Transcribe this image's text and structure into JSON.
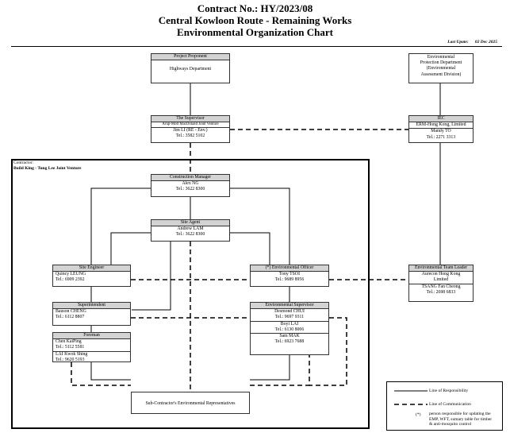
{
  "header": {
    "line1": "Contract No.: HY/2023/08",
    "line2": "Central Kowloon Route - Remaining Works",
    "line3": "Environmental Organization Chart",
    "last_update_label": "Last Upate:",
    "last_update_date": "02 Dec 2025"
  },
  "boxes": {
    "project_proponent": {
      "header": "Project Proponent",
      "lines": [
        "Highways Department"
      ]
    },
    "epd": {
      "lines": [
        "Environmental",
        "Protection Department",
        "(Environmental",
        "Assessment Division)"
      ]
    },
    "supervisor": {
      "header": "The Supervisor",
      "org": "Arup-Mott MacDonald Joint Venture",
      "lines": [
        "Jim LI (RE - Env.)",
        "Tel.: 3582 5102"
      ]
    },
    "iec": {
      "header": "IEC",
      "lines": [
        "ERM-Hong Kong, Limited",
        "Mandy TO",
        "Tel.: 2271 3313"
      ]
    },
    "construction_manager": {
      "header": "Construction Manager",
      "lines": [
        "Alex NG",
        "Tel.: 3622 8300"
      ]
    },
    "site_agent": {
      "header": "Site Agent",
      "lines": [
        "Andrew LAM",
        "Tel.: 3622 8300"
      ]
    },
    "site_engineer": {
      "header": "Site Engineer",
      "lines": [
        "Quincy LEUNG",
        "Tel.: 6909 2392"
      ]
    },
    "env_officer": {
      "header": "(*) Environmental Officer",
      "lines": [
        "Tony TSOI",
        "Tel.: 9689 8956"
      ]
    },
    "etl": {
      "header": "Environmental Team Leader",
      "org_lines": [
        "Aurecon Hong Kong",
        "Limited"
      ],
      "lines": [
        "TSANG Fan Cheong",
        "Tel.: 2698 6833"
      ]
    },
    "superintendent": {
      "header": "Superintendent",
      "lines": [
        "Bauson CHENG",
        "Tel.: 6112 8807"
      ]
    },
    "env_supervisor": {
      "header": "Environmental Supervisor",
      "people": [
        [
          "Desmond CHUI",
          "Tel.: 9697 9311"
        ],
        [
          "Boyi LAI",
          "Tel.: 6130 8006"
        ],
        [
          "Sam MAK",
          "Tel.: 6923 7688"
        ]
      ]
    },
    "foreman": {
      "header": "Foreman",
      "people": [
        [
          "Chen KaiPing",
          "Tel.: 5112 5581"
        ],
        [
          "LAI Kwok Shing",
          "Tel.: 9620 5193"
        ]
      ]
    },
    "subcontractor": {
      "lines": [
        "Sub-Contractor's Environmental Representatives"
      ]
    }
  },
  "contractor": {
    "label": "Contractor:",
    "name": "Build King - Tung Lee Joint Venture"
  },
  "legend": {
    "responsibility": "Line of Responsibility",
    "communication": "Line of Communication",
    "star": "(*)",
    "star_desc_1": "person responsible for updating the",
    "star_desc_2": "EMP, WFT, sumary table for timber",
    "star_desc_3": "& anti-mosquito control"
  }
}
